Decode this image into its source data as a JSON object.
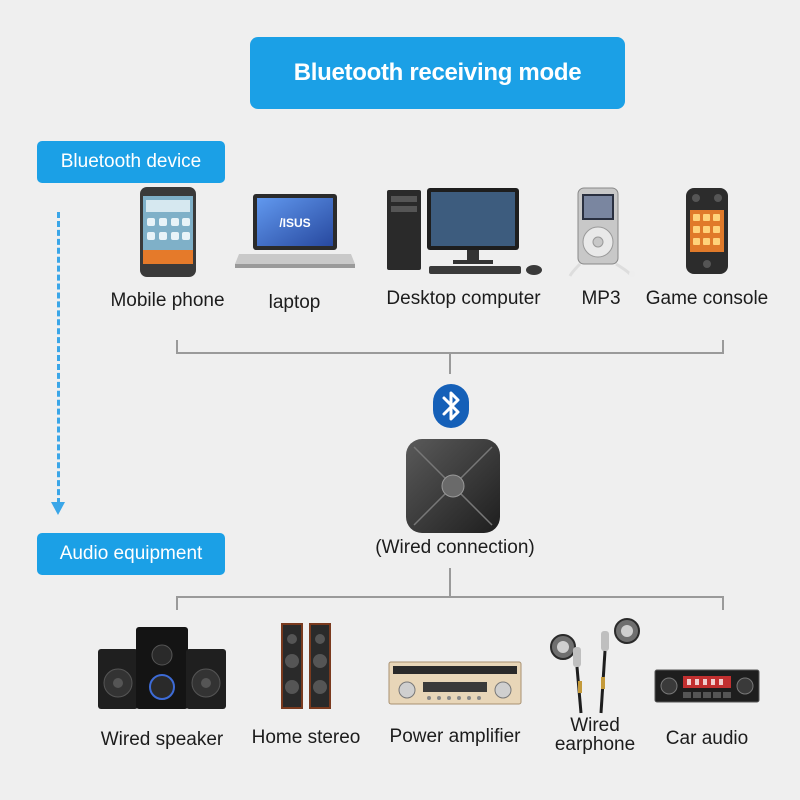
{
  "title": "Bluetooth receiving mode",
  "tags": {
    "bluetooth_device": "Bluetooth device",
    "audio_equipment": "Audio equipment"
  },
  "source_devices": [
    {
      "label": "Mobile phone",
      "icon": "mobile-phone-icon"
    },
    {
      "label": "laptop",
      "icon": "laptop-icon"
    },
    {
      "label": "Desktop computer",
      "icon": "desktop-computer-icon"
    },
    {
      "label": "MP3",
      "icon": "mp3-player-icon"
    },
    {
      "label": "Game console",
      "icon": "game-console-icon"
    }
  ],
  "center": {
    "icon": "bluetooth-icon",
    "device_icon": "bluetooth-receiver-icon",
    "connection_label": "(Wired connection)"
  },
  "output_devices": [
    {
      "label": "Wired speaker",
      "icon": "wired-speaker-icon"
    },
    {
      "label": "Home stereo",
      "icon": "home-stereo-icon"
    },
    {
      "label": "Power amplifier",
      "icon": "power-amplifier-icon"
    },
    {
      "label_line1": "Wired",
      "label_line2": "earphone",
      "icon": "wired-earphone-icon"
    },
    {
      "label": "Car audio",
      "icon": "car-audio-icon"
    }
  ],
  "colors": {
    "accent": "#1ba0e6",
    "background": "#efefef",
    "bracket": "#9a9a9a"
  }
}
